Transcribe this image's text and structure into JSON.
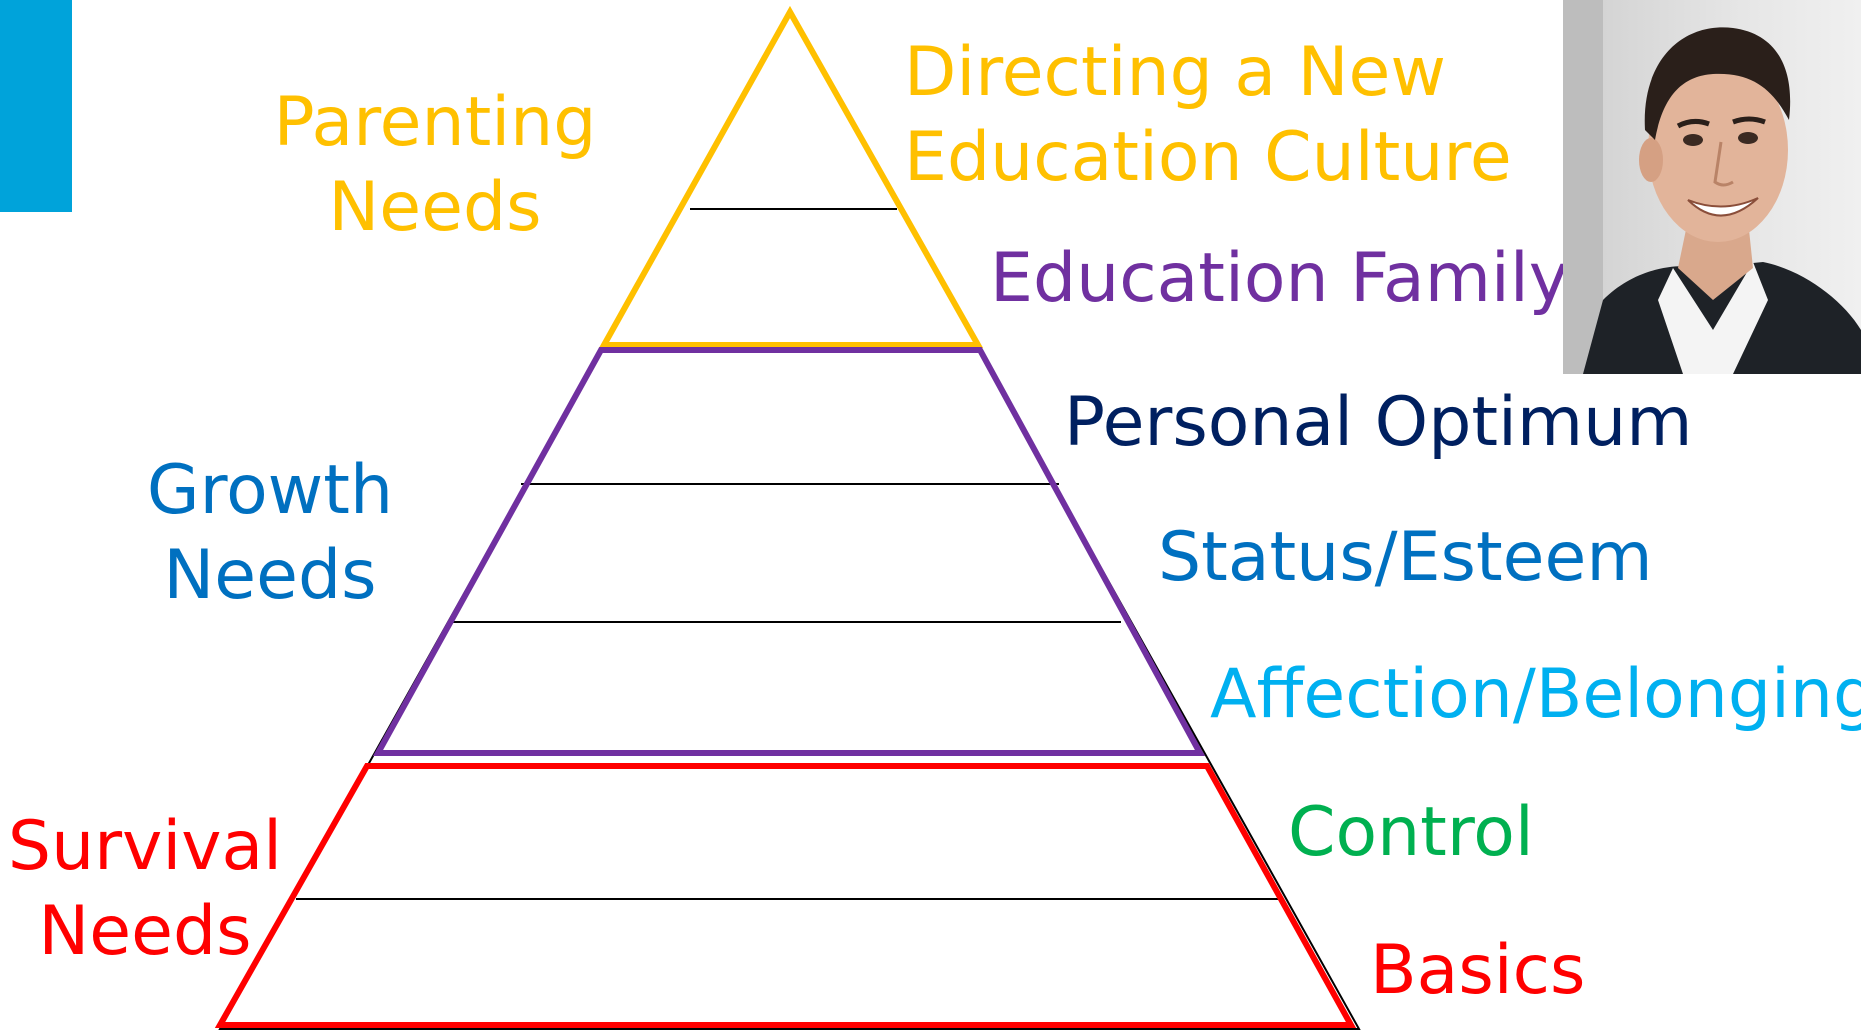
{
  "groups": {
    "parenting": {
      "line1": "Parenting",
      "line2": "Needs",
      "color": "#FFC000"
    },
    "growth": {
      "line1": "Growth",
      "line2": "Needs",
      "color": "#0070C0"
    },
    "survival": {
      "line1": "Survival",
      "line2": "Needs",
      "color": "#FF0000"
    }
  },
  "levels": {
    "directing": {
      "line1": "Directing a New",
      "line2": "Education Culture",
      "color": "#FFC000"
    },
    "education_family": {
      "label": "Education Family",
      "color": "#7030A0"
    },
    "personal_optimum": {
      "label": "Personal Optimum",
      "color": "#002060"
    },
    "status_esteem": {
      "label": "Status/Esteem",
      "color": "#0070C0"
    },
    "affection_belonging": {
      "label": "Affection/Belonging",
      "color": "#00B0F0"
    },
    "control": {
      "label": "Control",
      "color": "#00B050"
    },
    "basics": {
      "label": "Basics",
      "color": "#FF0000"
    }
  },
  "accent_color": "#00A3DA",
  "photo": {
    "icon": "person-portrait"
  }
}
